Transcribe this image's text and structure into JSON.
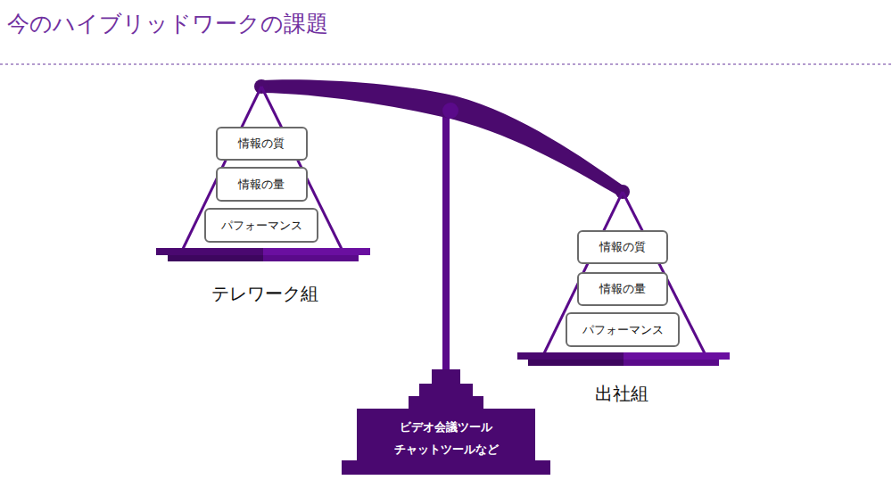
{
  "diagram": {
    "title": "今のハイブリッドワークの課題",
    "nodes": [
      {
        "text": [
          "情報の質"
        ]
      },
      {
        "text": [
          "情報の量"
        ]
      },
      {
        "text": [
          "パフォーマンス"
        ]
      },
      {
        "text": [
          "情報の質"
        ]
      },
      {
        "text": [
          "情報の量"
        ]
      },
      {
        "text": [
          "パフォーマンス"
        ]
      },
      {
        "text": [
          "ビデオ会議ツール チャットツールなど"
        ]
      }
    ],
    "labels": [
      "テレワーク組",
      "出社組"
    ]
  }
}
